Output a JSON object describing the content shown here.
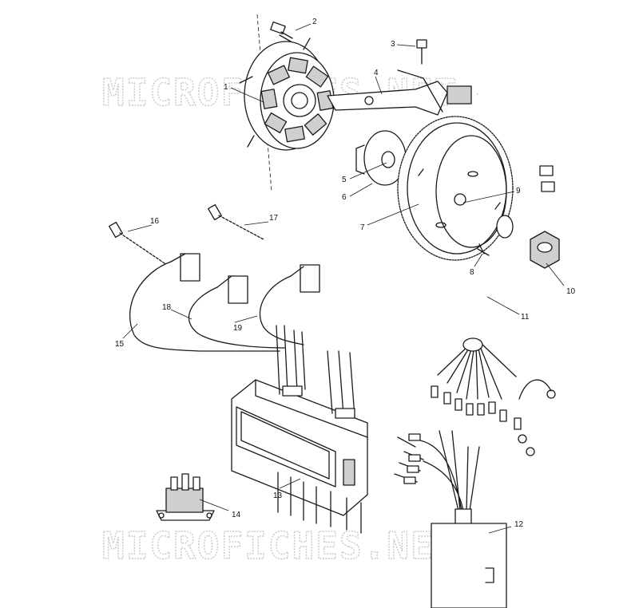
{
  "watermark": {
    "top": "MICROFICHES.NET",
    "bottom": "MICROFICHES.NET"
  },
  "callouts": [
    {
      "id": "c1",
      "text": "1"
    },
    {
      "id": "c2",
      "text": "2"
    },
    {
      "id": "c3",
      "text": "3"
    },
    {
      "id": "c4",
      "text": "4"
    },
    {
      "id": "c5",
      "text": "5"
    },
    {
      "id": "c6",
      "text": "6"
    },
    {
      "id": "c7",
      "text": "7"
    },
    {
      "id": "c8",
      "text": "8"
    },
    {
      "id": "c9",
      "text": "9"
    },
    {
      "id": "c10",
      "text": "10"
    },
    {
      "id": "c11",
      "text": "11"
    },
    {
      "id": "c12",
      "text": "12"
    },
    {
      "id": "c13",
      "text": "13"
    },
    {
      "id": "c14",
      "text": "14"
    },
    {
      "id": "c15",
      "text": "15"
    },
    {
      "id": "c16",
      "text": "16"
    },
    {
      "id": "c17",
      "text": "17"
    },
    {
      "id": "c18",
      "text": "18"
    },
    {
      "id": "c19",
      "text": "19"
    }
  ],
  "colors": {
    "ink": "#1a1a1a",
    "watermark": "#c9c9c9",
    "background": "#ffffff"
  }
}
